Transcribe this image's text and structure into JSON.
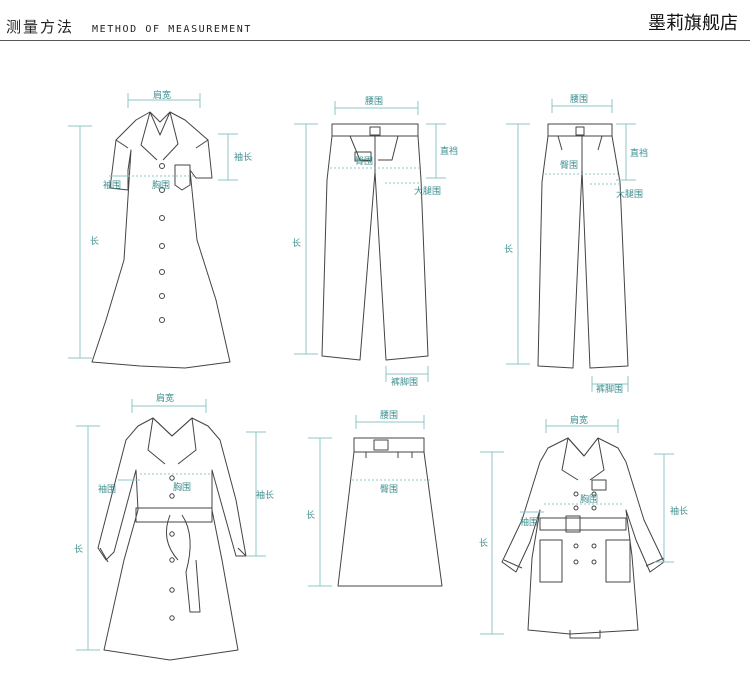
{
  "header": {
    "title_cn": "测量方法",
    "title_en": "METHOD OF MEASUREMENT",
    "brand": "墨莉旗舰店"
  },
  "labels": {
    "shoulder": "肩宽",
    "sleeve_length": "袖长",
    "sleeve_circ": "袖围",
    "bust": "胸围",
    "length": "长",
    "waist": "腰围",
    "hip": "臀围",
    "rise": "直裆",
    "thigh": "大腿围",
    "hem": "裤脚围"
  },
  "colors": {
    "measure_line": "#8cc4c4",
    "label_text": "#3f8f8f",
    "garment_line": "#444444"
  }
}
